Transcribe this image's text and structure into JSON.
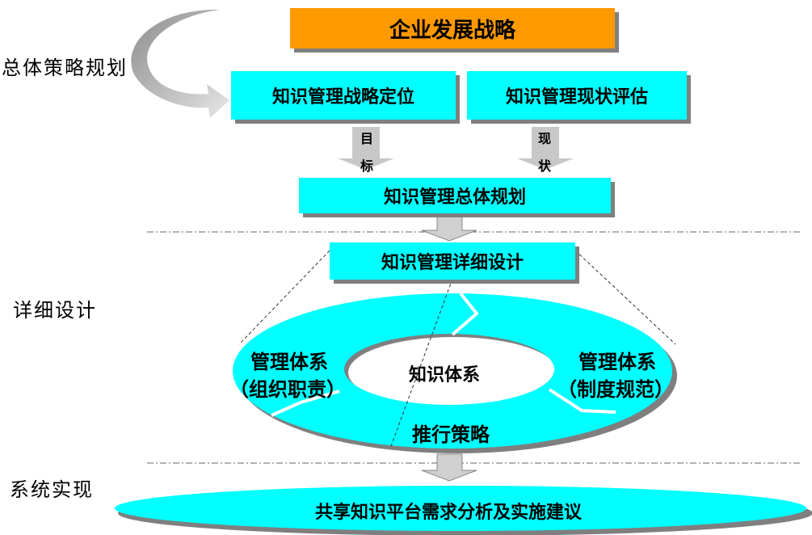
{
  "sections": {
    "overall": "总体策略规划",
    "detail": "详细设计",
    "implementation": "系统实现"
  },
  "boxes": {
    "strategy": "企业发展战略",
    "positioning": "知识管理战略定位",
    "assessment": "知识管理现状评估",
    "overall_plan": "知识管理总体规划",
    "detail_design": "知识管理详细设计",
    "platform": "共享知识平台需求分析及实施建议"
  },
  "arrow_labels": {
    "goal": [
      "目",
      "标"
    ],
    "status": [
      "现",
      "状"
    ]
  },
  "ring": {
    "center": "知识体系",
    "left": [
      "管理体系",
      "（组织职责）"
    ],
    "right": [
      "管理体系",
      "（制度规范）"
    ],
    "bottom": "推行策略"
  },
  "colors": {
    "cyan": "#00ffff",
    "orange": "#ff9900",
    "shadow": "#7f7f7f",
    "arrow_gray": "#c0c0c0"
  }
}
